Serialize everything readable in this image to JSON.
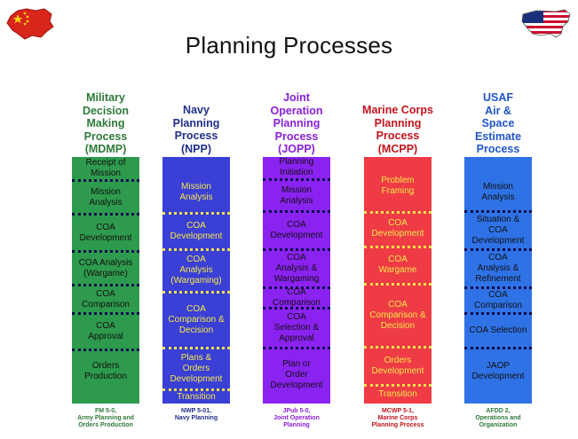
{
  "title": "Planning Processes",
  "flags": {
    "left": "china-flag-icon",
    "right": "usa-flag-icon"
  },
  "columns": [
    {
      "key": "mdmp",
      "heading": "Military\nDecision\nMaking\nProcess\n(MDMP)",
      "heading_color": "#2f7a3a",
      "bar_color": "#2e9a4e",
      "text_color": "#111111",
      "divider": "dark",
      "ref": "FM 5-0,\nArmy Planning and\nOrders Production",
      "ref_color": "#2f7a3a",
      "steps": [
        "Receipt of\nMission",
        "Mission\nAnalysis",
        "COA\nDevelopment",
        "COA Analysis\n(Wargame)",
        "COA\nComparison",
        "COA\nApproval",
        "Orders\nProduction"
      ]
    },
    {
      "key": "npp",
      "heading": "Navy\nPlanning\nProcess\n(NPP)",
      "heading_color": "#1f2f8a",
      "bar_color": "#3a3fd6",
      "text_color": "#f5e84a",
      "divider": "yellow",
      "ref": "NWP 5-01,\nNavy Planning",
      "ref_color": "#1f2f8a",
      "steps": [
        "Mission\nAnalysis",
        "COA\nDevelopment",
        "COA\nAnalysis\n(Wargaming)",
        "COA\nComparison &\nDecision",
        "Plans &\nOrders\nDevelopment",
        "Transition"
      ]
    },
    {
      "key": "jopp",
      "heading": "Joint\nOperation\nPlanning\nProcess\n(JOPP)",
      "heading_color": "#8a1fd6",
      "bar_color": "#8a22f0",
      "text_color": "#111111",
      "divider": "dark",
      "ref": "JPub 5-0,\nJoint Operation\nPlanning",
      "ref_color": "#8a1fd6",
      "steps": [
        "Planning\nInitiation",
        "Mission\nAnalysis",
        "COA\nDevelopment",
        "COA\nAnalysis &\nWargaming",
        "COA\nComparison",
        "COA\nSelection &\nApproval",
        "Plan or\nOrder\nDevelopment"
      ]
    },
    {
      "key": "mcpp",
      "heading": "Marine Corps\nPlanning\nProcess\n(MCPP)",
      "heading_color": "#c0141c",
      "bar_color": "#ef3b45",
      "text_color": "#f5e84a",
      "divider": "yellow",
      "ref": "MCWP 5-1,\nMarine Corps\nPlanning Process",
      "ref_color": "#c0141c",
      "steps": [
        "Problem\nFraming",
        "COA\nDevelopment",
        "COA\nWargame",
        "COA\nComparison &\nDecision",
        "Orders\nDevelopment",
        "Transition"
      ]
    },
    {
      "key": "usaf",
      "heading": "USAF\nAir &\nSpace\nEstimate\nProcess",
      "heading_color": "#1f56c8",
      "bar_color": "#2f72e6",
      "text_color": "#111111",
      "divider": "dark",
      "ref": "AFDD 2,\nOperations and\nOrganization",
      "ref_color": "#2f7a3a",
      "steps": [
        "Mission\nAnalysis",
        "Situation &\nCOA\nDevelopment",
        "COA\nAnalysis &\nRefinement",
        "COA\nComparison",
        "COA Selection",
        "JAOP\nDevelopment"
      ]
    }
  ]
}
